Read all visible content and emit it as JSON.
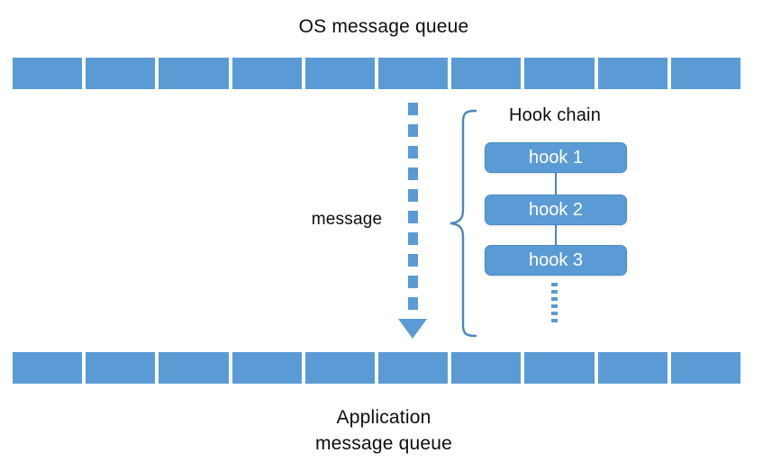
{
  "diagram": {
    "title": "OS message queue",
    "bottom_label_line1": "Application",
    "bottom_label_line2": "message queue",
    "message_label": "message",
    "hook_chain_label": "Hook chain",
    "hooks": [
      {
        "label": "hook 1"
      },
      {
        "label": "hook 2"
      },
      {
        "label": "hook 3"
      }
    ],
    "ellipsis_note": "more hooks continue",
    "queues": {
      "os_queue": {
        "name": "OS message queue",
        "cell_count": 10,
        "cells": [
          "",
          "",
          "",
          "",
          "",
          "",
          "",
          "",
          "",
          ""
        ]
      },
      "app_queue": {
        "name": "Application message queue",
        "cell_count": 10,
        "cells": [
          "",
          "",
          "",
          "",
          "",
          "",
          "",
          "",
          "",
          ""
        ]
      }
    },
    "colors": {
      "accent_blue": "#5b9bd5",
      "brace_blue": "#4a87bf",
      "box_border": "#4a8bc4",
      "text": "#0d0d0d",
      "box_text": "#ffffff",
      "background": "#ffffff"
    }
  }
}
